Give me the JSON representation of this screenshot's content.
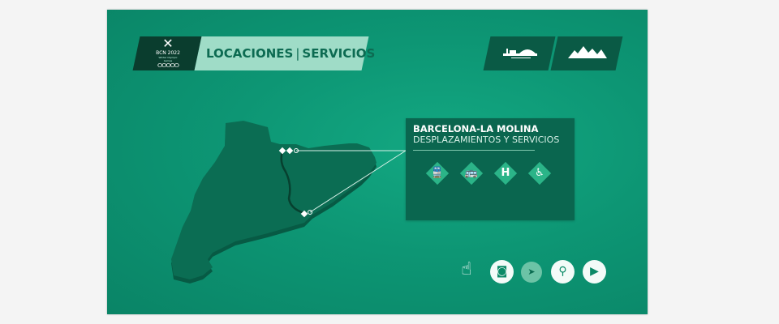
{
  "logo": {
    "mark": "✕",
    "year": "BCN 2022",
    "subtitle": "Winter Olympic Games",
    "rings": "ⵔⵔⵔⵔⵔ"
  },
  "header": {
    "tab_locations": "LOCACIONES",
    "separator": "|",
    "tab_services": "SERVICIOS"
  },
  "top_buttons": [
    {
      "icon": "city-skyline-icon"
    },
    {
      "icon": "mountains-icon"
    }
  ],
  "panel": {
    "title": "BARCELONA-LA MOLINA",
    "subtitle": "DESPLAZAMIENTOS Y SERVICIOS",
    "services": [
      {
        "icon": "train-icon",
        "glyph": "🚆"
      },
      {
        "icon": "bus-icon",
        "glyph": "🚌"
      },
      {
        "icon": "hotel-icon",
        "glyph": "H"
      },
      {
        "icon": "accessibility-icon",
        "glyph": "♿"
      }
    ]
  },
  "controls": [
    {
      "icon": "hand-pointer-icon",
      "glyph": "☝"
    },
    {
      "icon": "instagram-icon",
      "glyph": "◙"
    },
    {
      "icon": "cursor-icon",
      "glyph": "➤"
    },
    {
      "icon": "search-icon",
      "glyph": "⚲"
    },
    {
      "icon": "play-icon",
      "glyph": "▶"
    }
  ],
  "colors": {
    "background": "#0d9674",
    "panel": "#0a664f",
    "dark": "#0a3d2e",
    "accent_light": "#9fdcc7"
  }
}
